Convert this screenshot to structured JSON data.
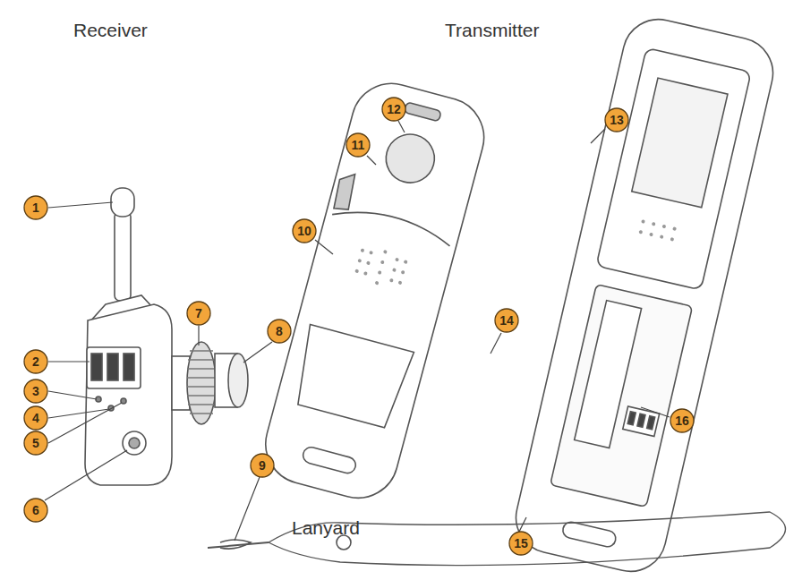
{
  "diagram": {
    "nodes": [
      {
        "text": [
          "1"
        ]
      },
      {
        "text": [
          "2"
        ]
      },
      {
        "text": [
          "3"
        ]
      },
      {
        "text": [
          "4"
        ]
      },
      {
        "text": [
          "5"
        ]
      },
      {
        "text": [
          "6"
        ]
      },
      {
        "text": [
          "7"
        ]
      },
      {
        "text": [
          "8"
        ]
      },
      {
        "text": [
          "9"
        ]
      },
      {
        "text": [
          "10"
        ]
      },
      {
        "text": [
          "11"
        ]
      },
      {
        "text": [
          "12"
        ]
      },
      {
        "text": [
          "13"
        ]
      },
      {
        "text": [
          "14"
        ]
      },
      {
        "text": [
          "15"
        ]
      },
      {
        "text": [
          "16"
        ]
      }
    ],
    "labels": [
      "Receiver",
      "Transmitter",
      "Lanyard"
    ]
  }
}
